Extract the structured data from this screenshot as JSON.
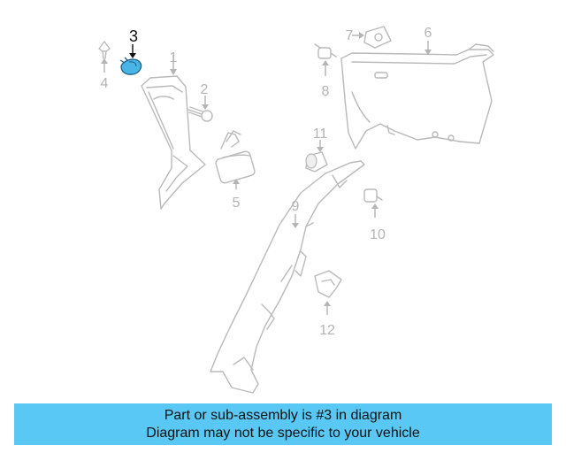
{
  "colors": {
    "highlight_part": "#49b5e6",
    "banner_background": "#5ac8f5",
    "line_art": "#b9b9b9",
    "callout_text": "#b4b4b4",
    "highlight_callout": "#111111"
  },
  "callouts": {
    "c1": "1",
    "c2": "2",
    "c3": "3",
    "c4": "4",
    "c5": "5",
    "c6": "6",
    "c7": "7",
    "c8": "8",
    "c9": "9",
    "c10": "10",
    "c11": "11",
    "c12": "12"
  },
  "highlighted_part": "3",
  "banner": {
    "line1": "Part or sub-assembly is #3 in diagram",
    "line2": "Diagram may not be specific to your vehicle"
  }
}
